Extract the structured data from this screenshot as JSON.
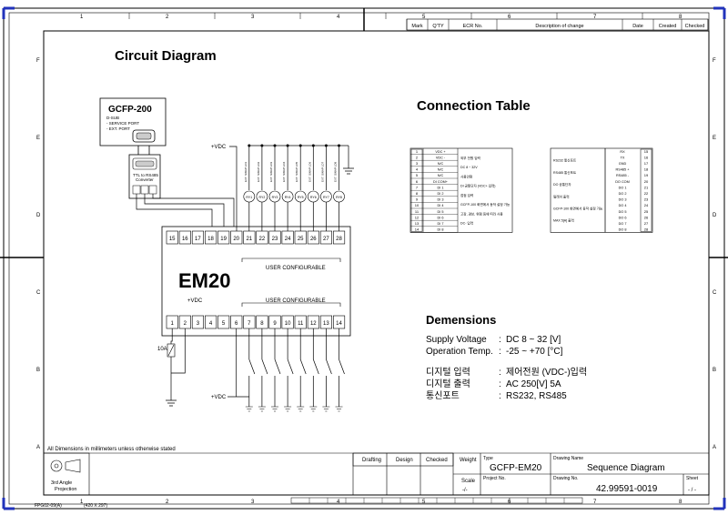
{
  "titles": {
    "circuit": "Circuit Diagram",
    "connection": "Connection Table",
    "dimensions": "Demensions"
  },
  "frame": {
    "col_numbers": [
      "1",
      "2",
      "3",
      "4",
      "5",
      "6",
      "7",
      "8"
    ],
    "row_letters": [
      "F",
      "E",
      "D",
      "C",
      "B",
      "A"
    ],
    "revision_headers": [
      "Mark",
      "Q'TY",
      "ECR No.",
      "Description of change",
      "Date",
      "Created",
      "Checked"
    ],
    "footer_note": "All Dimensions in millimeters unless otherwise stated",
    "form_code": "FPG02-09(A)",
    "paper_size": "(420 X 297)"
  },
  "title_block": {
    "projection": "3rd Angle\nProjection",
    "drafting": "Drafting",
    "design": "Design",
    "checked": "Checked",
    "weight_label": "Weight",
    "scale_label": "Scale",
    "scale_value": "-/-",
    "type_label": "Type",
    "type_value": "GCFP-EM20",
    "project_label": "Project No.",
    "drawing_name_label": "Drawing Name",
    "drawing_name_value": "Sequence Diagram",
    "drawing_no_label": "Drawing No.",
    "drawing_no_value": "42.99591-0019",
    "sheet_label": "Sheet",
    "sheet_value": "- / -"
  },
  "circuit": {
    "gcfp_title": "GCFP-200",
    "gcfp_lines": [
      "D-SUB",
      "- SERVICE PORT",
      "- EXT. PORT"
    ],
    "converter_lines": [
      "TTL to RS485",
      "Converter"
    ],
    "model": "EM20",
    "vdc": "+VDC",
    "user_config": "USER CONFIGURABLE",
    "fuse": "10A",
    "top_terminals": [
      "15",
      "16",
      "17",
      "18",
      "19",
      "20",
      "21",
      "22",
      "23",
      "24",
      "25",
      "26",
      "27",
      "28"
    ],
    "bottom_terminals": [
      "1",
      "2",
      "3",
      "4",
      "5",
      "6",
      "7",
      "8",
      "9",
      "10",
      "11",
      "12",
      "13",
      "14"
    ],
    "relay_labels": [
      "RY1",
      "RY2",
      "RY3",
      "RY4",
      "RY5",
      "RY6",
      "RY7",
      "RY8"
    ],
    "load_labels": [
      "EXT. SWAP LD1",
      "EXT. SWAP LD2",
      "EXT. SWAP LD3",
      "EXT. SWAP LD4",
      "EXT. SWAP LD5",
      "EXT. SWAP LD6",
      "EXT. SWAP LD7",
      "EXT. SWAP LD8"
    ]
  },
  "connection_table": {
    "left_nums": [
      "1",
      "2",
      "3",
      "4",
      "5",
      "6",
      "7",
      "8",
      "9",
      "10",
      "11",
      "12",
      "13",
      "14"
    ],
    "left_signals": [
      "VDC +",
      "VDC -",
      "N/C",
      "N/C",
      "N/C",
      "DI COM+",
      "DI 1",
      "DI 2",
      "DI 3",
      "DI 4",
      "DI 5",
      "DI 6",
      "DI 7",
      "DI 8"
    ],
    "left_desc": [
      "외부 전원 입력",
      "DC 8 ~ 32V",
      "사용안함",
      "DI 공통단자 (VDC+ 입력)",
      "접점 입력",
      "GCFP-100 화면에서 동작 설정 가능",
      "고장, 경보, 위험 등에 따라 사용",
      "DC- 입력"
    ],
    "right_desc": [
      "RS232 통신포트",
      "RS485 통신포트",
      "DO 공통단자",
      "릴레이 출력",
      "GCFP-100 화면에서 동작 설정 가능",
      "MAX 5[A] 출력"
    ],
    "right_signals": [
      "RX",
      "TX",
      "GND",
      "RS485 +",
      "RS485 -",
      "DO COM",
      "DO 1",
      "DO 2",
      "DO 3",
      "DO 4",
      "DO 5",
      "DO 6",
      "DO 7",
      "DO 8"
    ],
    "right_nums": [
      "15",
      "16",
      "17",
      "18",
      "19",
      "20",
      "21",
      "22",
      "23",
      "24",
      "25",
      "26",
      "27",
      "28"
    ]
  },
  "dimensions": {
    "rows": [
      {
        "label": "Supply Voltage",
        "value": "DC 8 ~ 32   [V]"
      },
      {
        "label": "Operation Temp.",
        "value": "-25 ~ +70 [°C]"
      },
      {
        "label": "디지털 입력",
        "value": "제어전원 (VDC-)입력"
      },
      {
        "label": "디지털 출력",
        "value": "AC 250[V] 5A"
      },
      {
        "label": "통신포트",
        "value": "RS232, RS485"
      }
    ]
  }
}
